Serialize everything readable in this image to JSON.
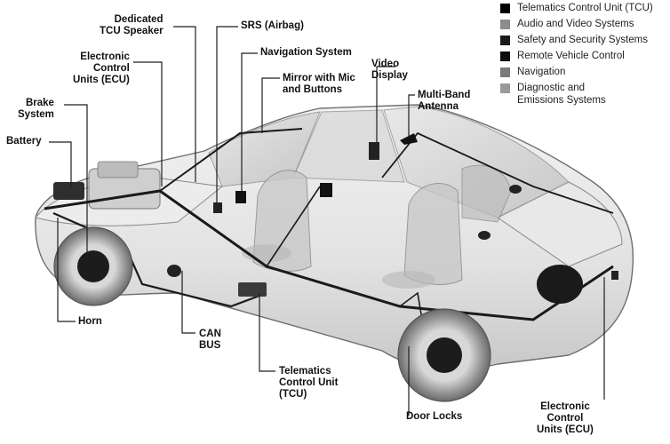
{
  "labels": {
    "dedicated_tcu_speaker": "Dedicated\nTCU Speaker",
    "srs_airbag": "SRS (Airbag)",
    "navigation_system": "Navigation System",
    "electronic_control_units_front": "Electronic\nControl\nUnits (ECU)",
    "mirror_with_mic": "Mirror with Mic\nand Buttons",
    "video_display": "Video\nDisplay",
    "multi_band_antenna": "Multi-Band\nAntenna",
    "brake_system": "Brake\nSystem",
    "battery": "Battery",
    "horn": "Horn",
    "can_bus": "CAN\nBUS",
    "telematics_control_unit": "Telematics\nControl Unit\n(TCU)",
    "door_locks": "Door Locks",
    "electronic_control_units_rear": "Electronic\nControl\nUnits (ECU)"
  },
  "legend": [
    {
      "label": "Telematics Control Unit (TCU)",
      "color": "#000000"
    },
    {
      "label": "Audio and Video Systems",
      "color": "#8c8c8c"
    },
    {
      "label": "Safety and Security Systems",
      "color": "#1a1a1a"
    },
    {
      "label": "Remote Vehicle Control",
      "color": "#0d0d0d"
    },
    {
      "label": "Navigation",
      "color": "#7a7a7a"
    },
    {
      "label": "Diagnostic and\nEmissions Systems",
      "color": "#9a9a9a"
    }
  ]
}
